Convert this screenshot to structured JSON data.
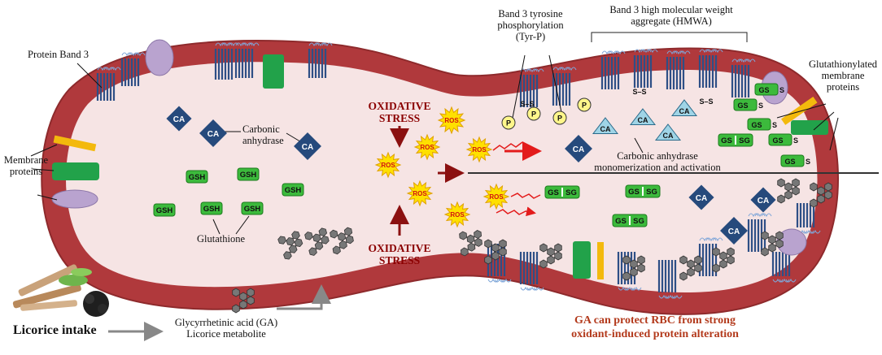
{
  "labels": {
    "protein_band3": "Protein Band 3",
    "membrane_proteins": "Membrane\nproteins",
    "carbonic_anhydrase": "Carbonic\nanhydrase",
    "glutathione": "Glutathione",
    "oxidative_stress_top": "OXIDATIVE\nSTRESS",
    "oxidative_stress_bottom": "OXIDATIVE\nSTRESS",
    "band3_tyr_p": "Band 3 tyrosine\nphosphorylation\n(Tyr-P)",
    "band3_hmwa": "Band 3 high molecular weight\naggregate (HMWA)",
    "glutathionylated": "Glutathionylated\nmembrane\nproteins",
    "ca_monomer": "Carbonic anhydrase\nmonomerization and activation",
    "ga": "Glycyrrhetinic acid (GA)\nLicorice metabolite",
    "licorice_intake": "Licorice intake",
    "conclusion": "GA can protect RBC from strong\noxidant-induced protein alteration"
  },
  "molecules": {
    "ca": "CA",
    "gsh": "GSH",
    "ros": "ROS",
    "p": "P",
    "gssg": "GS",
    "gssg_end": "SG",
    "gs_s": "GS",
    "s_s": "S",
    "disulfide": "S–S"
  },
  "colors": {
    "membrane": "#b0393c",
    "cytoplasm": "#f6e4e4",
    "band3": "#2e4f86",
    "ca": "#264a7c",
    "ca_active": "#9fd4e6",
    "gsh": "#3cba3c",
    "ros": "#ffe000",
    "ros_text": "#d11111",
    "membrane_protein_green": "#22a24a",
    "membrane_protein_purple": "#b9a3cf",
    "transporter_yellow": "#f3b90d",
    "arrow": "#8b1010",
    "ga": "#555555"
  }
}
